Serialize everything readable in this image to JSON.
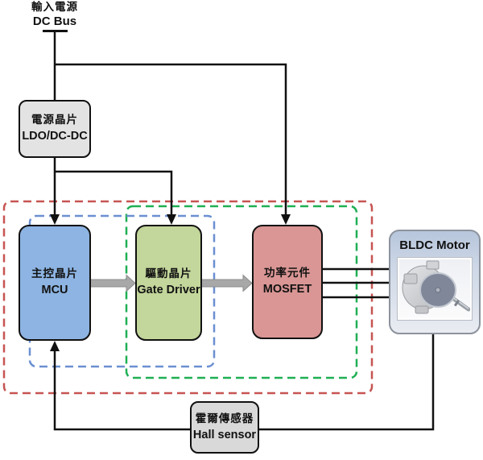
{
  "blocks": {
    "dc_bus": {
      "zh": "輸入電源",
      "en": "DC Bus"
    },
    "power_chip": {
      "zh": "電源晶片",
      "en": "LDO/DC-DC"
    },
    "mcu": {
      "zh": "主控晶片",
      "en": "MCU"
    },
    "gate_driver": {
      "zh": "驅動晶片",
      "en": "Gate Driver"
    },
    "mosfet": {
      "zh": "功率元件",
      "en": "MOSFET"
    },
    "bldc_motor": {
      "en": "BLDC Motor"
    },
    "hall_sensor": {
      "zh": "霍爾傳感器",
      "en": "Hall sensor"
    }
  },
  "colors": {
    "mcu_fill": "#8DB4E2",
    "gate_driver_fill": "#C3D69B",
    "mosfet_fill": "#D99694",
    "power_chip_fill": "#E3E3E3",
    "hall_fill": "#D9D9D9",
    "bldc_header_fill": "#B7C6DC",
    "dashed_red": "#C65452",
    "dashed_green": "#1FAF54",
    "dashed_blue": "#6B8FD1",
    "connector": "#111111",
    "thick_arrow": "#A8A8A8"
  }
}
